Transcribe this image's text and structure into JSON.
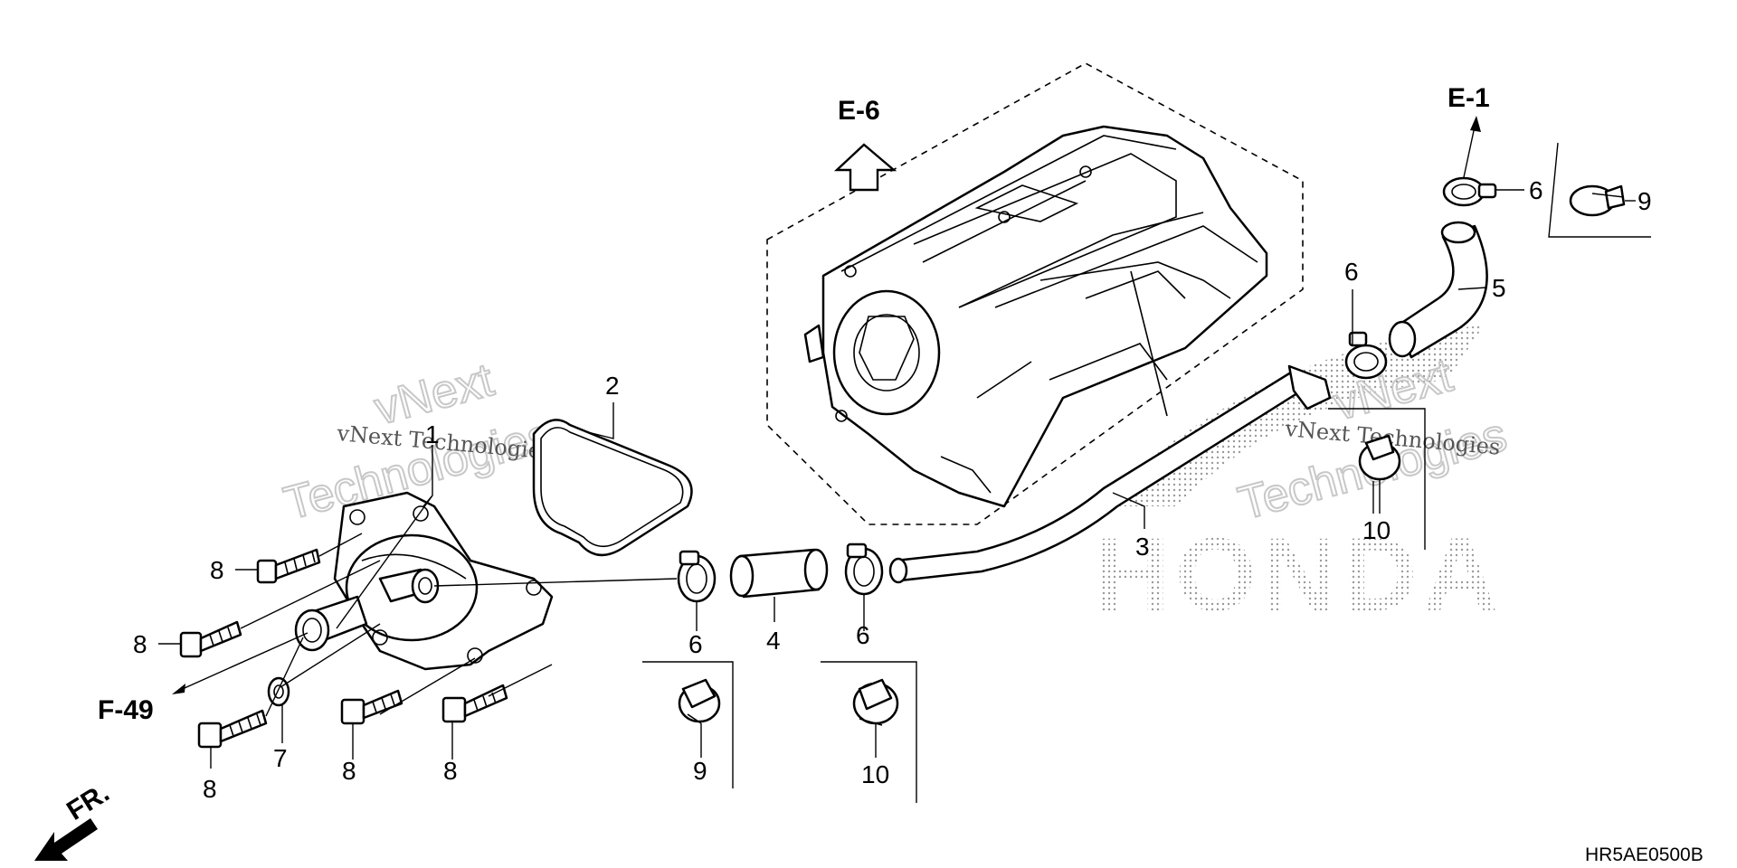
{
  "diagram": {
    "callouts": {
      "p1": "1",
      "p2": "2",
      "p3": "3",
      "p4": "4",
      "p5": "5",
      "p6a": "6",
      "p6b": "6",
      "p6c": "6",
      "p6d": "6",
      "p7": "7",
      "p8a": "8",
      "p8b": "8",
      "p8c": "8",
      "p8d": "8",
      "p8e": "8",
      "p9a": "9",
      "p9b": "9",
      "p10a": "10",
      "p10b": "10"
    },
    "references": {
      "e6": "E-6",
      "e1": "E-1",
      "f49": "F-49",
      "front": "FR."
    },
    "diagram_code": "HR5AE0500B",
    "watermarks": {
      "wm1_line1": "vNext",
      "wm1_line2": "Technologies",
      "wm1_caption": "vNext Technologies",
      "wm2_line1": "vNext",
      "wm2_line2": "Technologies",
      "wm2_caption": "vNext Technologies",
      "brand": "HONDA"
    }
  }
}
